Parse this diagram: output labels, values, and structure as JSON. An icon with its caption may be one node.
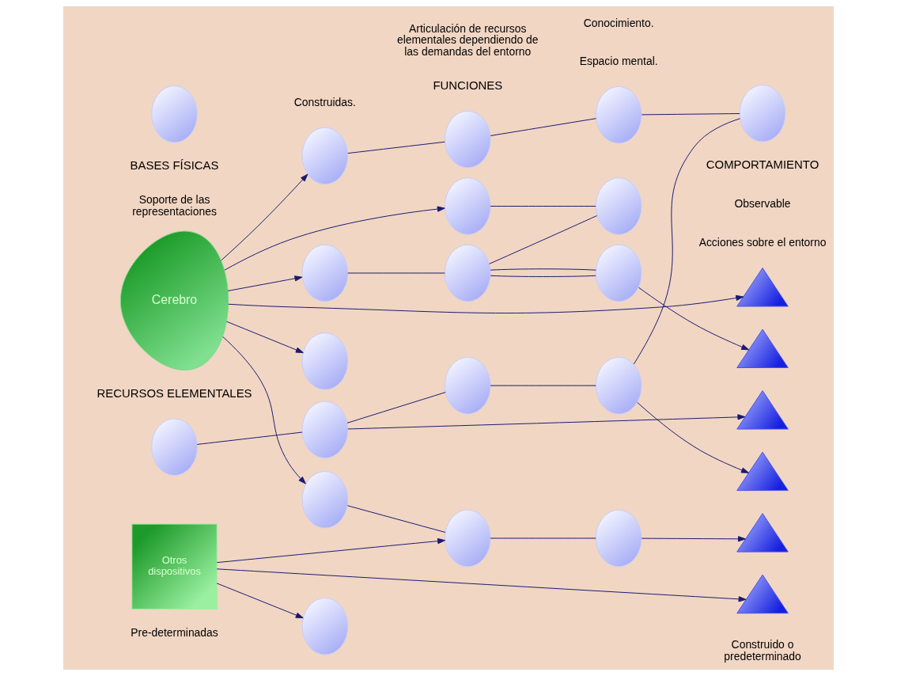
{
  "diagram": {
    "nodes": [
      {
        "text": [
          "Cerebro"
        ]
      },
      {
        "text": [
          "Otros dispositivos"
        ]
      },
      {
        "text": [],
        "shape": "ellipse"
      },
      {
        "text": [],
        "shape": "ellipse"
      },
      {
        "text": [],
        "shape": "ellipse"
      },
      {
        "text": [],
        "shape": "ellipse"
      },
      {
        "text": [],
        "shape": "ellipse"
      },
      {
        "text": [],
        "shape": "ellipse"
      },
      {
        "text": [],
        "shape": "ellipse"
      },
      {
        "text": [],
        "shape": "ellipse"
      },
      {
        "text": [],
        "shape": "ellipse"
      },
      {
        "text": [],
        "shape": "ellipse"
      },
      {
        "text": [],
        "shape": "ellipse"
      },
      {
        "text": [],
        "shape": "ellipse"
      },
      {
        "text": [],
        "shape": "ellipse"
      },
      {
        "text": [],
        "shape": "ellipse"
      },
      {
        "text": [],
        "shape": "ellipse"
      },
      {
        "text": [],
        "shape": "ellipse"
      },
      {
        "text": [],
        "shape": "ellipse"
      },
      {
        "text": [],
        "shape": "ellipse"
      },
      {
        "text": [],
        "shape": "ellipse"
      },
      {
        "text": [],
        "shape": "triangle"
      },
      {
        "text": [],
        "shape": "triangle"
      },
      {
        "text": [],
        "shape": "triangle"
      },
      {
        "text": [],
        "shape": "triangle"
      },
      {
        "text": [],
        "shape": "triangle"
      },
      {
        "text": [],
        "shape": "triangle"
      }
    ],
    "edges": [
      {
        "from": 0,
        "to": 21,
        "arrow": "to"
      },
      {
        "from": 0,
        "to": 2,
        "arrow": "to"
      },
      {
        "from": 0,
        "to": 3,
        "arrow": "to"
      },
      {
        "from": 0,
        "to": 6,
        "arrow": "to"
      },
      {
        "from": 0,
        "to": 8,
        "arrow": "to"
      },
      {
        "from": 0,
        "to": 14,
        "arrow": "to"
      },
      {
        "from": 1,
        "to": 17,
        "arrow": "to"
      },
      {
        "from": 1,
        "to": 18,
        "arrow": "to"
      },
      {
        "from": 1,
        "to": 26,
        "arrow": "to"
      },
      {
        "from": 5,
        "to": 22,
        "arrow": "to"
      },
      {
        "from": 9,
        "to": 23,
        "arrow": "to"
      },
      {
        "from": 12,
        "to": 24,
        "arrow": "to"
      },
      {
        "from": 16,
        "to": 25,
        "arrow": "to"
      },
      {
        "from": 3,
        "to": 4,
        "arrow": "none"
      },
      {
        "from": 4,
        "to": 5,
        "arrow": "none"
      },
      {
        "from": 4,
        "to": 5,
        "arrow": "none"
      },
      {
        "from": 6,
        "to": 11,
        "arrow": "none"
      },
      {
        "from": 7,
        "to": 9,
        "arrow": "none"
      },
      {
        "from": 4,
        "to": 11,
        "arrow": "none"
      },
      {
        "from": 8,
        "to": 18,
        "arrow": "none"
      },
      {
        "from": 9,
        "to": 13,
        "arrow": "none"
      },
      {
        "from": 13,
        "to": 12,
        "arrow": "none"
      },
      {
        "from": 14,
        "to": 15,
        "arrow": "none"
      },
      {
        "from": 15,
        "to": 19,
        "arrow": "none"
      },
      {
        "from": 18,
        "to": 16,
        "arrow": "none"
      },
      {
        "from": 19,
        "to": 20,
        "arrow": "none"
      },
      {
        "from": 12,
        "to": 20,
        "arrow": "none"
      }
    ],
    "labels": [
      "BASES FÍSICAS",
      "Soporte de las representaciones",
      "FUNCIONES",
      "Articulación de recursos elementales dependiendo de las demandas del entorno",
      "COMPORTAMIENTO",
      "Observable",
      "Acciones sobre el entorno",
      "RECURSOS ELEMENTALES",
      "Pre-determinadas",
      "Construidas.",
      "Espacio mental.",
      "Conocimiento.",
      "Construido o predeterminado"
    ]
  }
}
